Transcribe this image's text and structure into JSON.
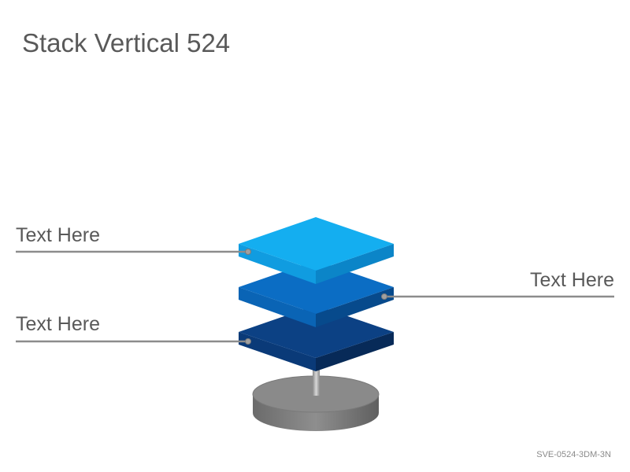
{
  "title": "Stack Vertical 524",
  "labels": [
    "Text Here",
    "Text Here",
    "Text Here"
  ],
  "slide_code": "SVE-0524-3DM-3N",
  "colors": {
    "layer_top": "#12a8ee",
    "layer_middle": "#0b6cc2",
    "layer_bottom": "#0b3f7f",
    "base": "#7a7a7a",
    "connector": "#8c8c8c"
  }
}
